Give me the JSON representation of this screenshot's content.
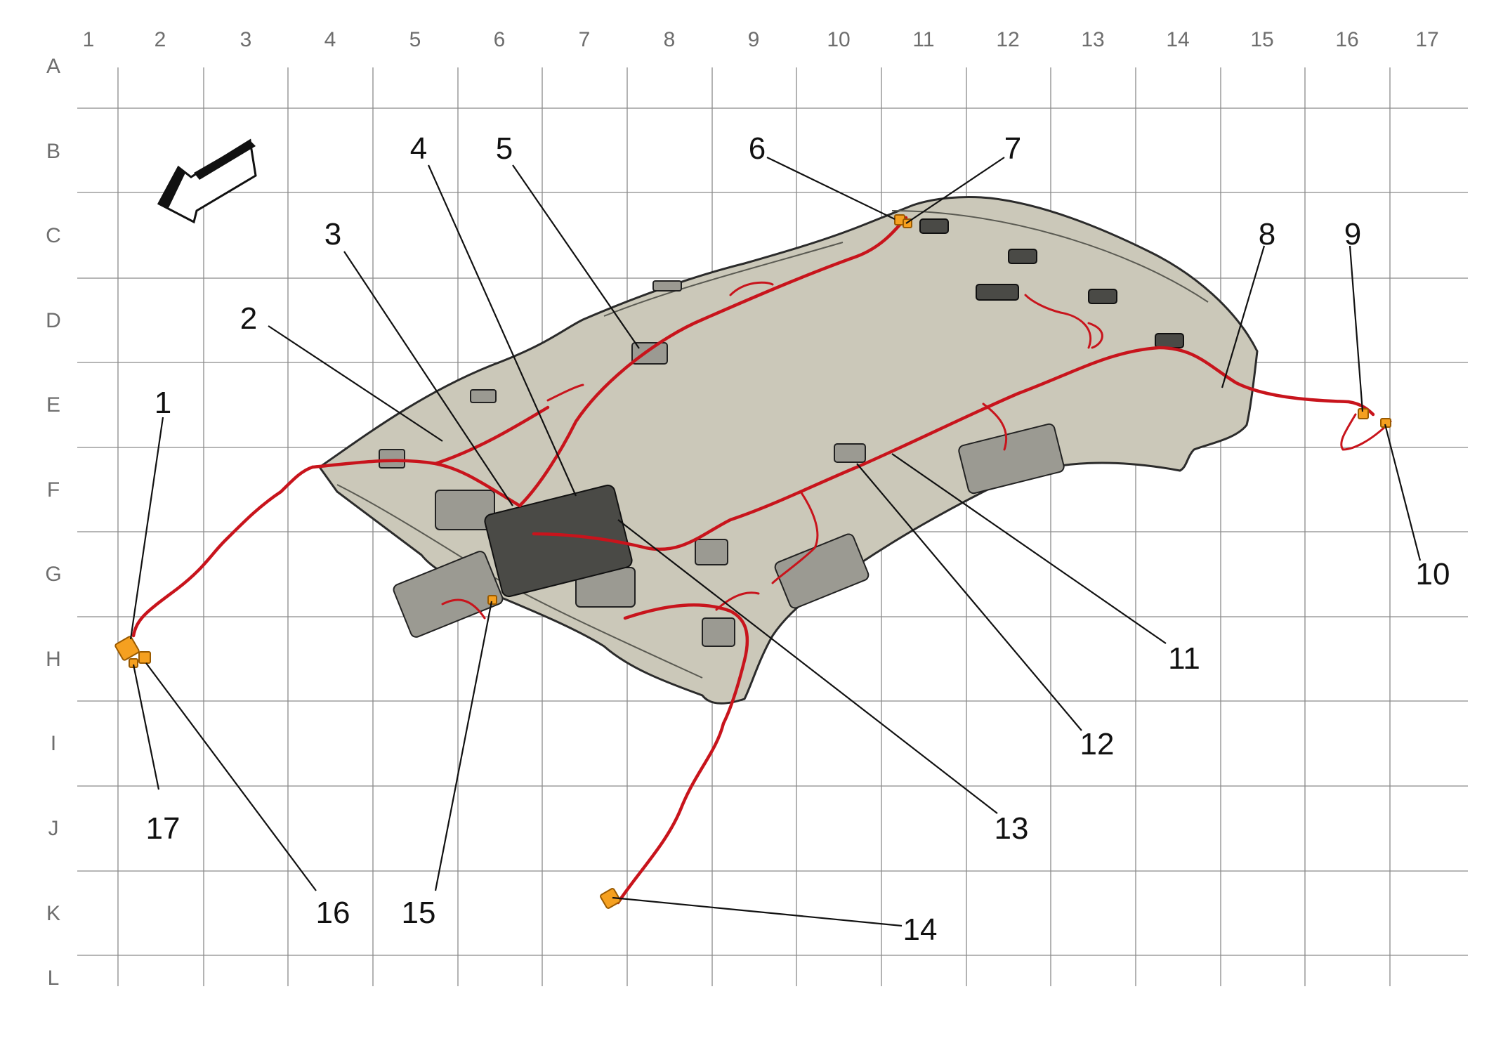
{
  "grid": {
    "columns": [
      "1",
      "2",
      "3",
      "4",
      "5",
      "6",
      "7",
      "8",
      "9",
      "10",
      "11",
      "12",
      "13",
      "14",
      "15",
      "16",
      "17"
    ],
    "rows": [
      "A",
      "B",
      "C",
      "D",
      "E",
      "F",
      "G",
      "H",
      "I",
      "J",
      "K",
      "L"
    ]
  },
  "callouts": [
    "1",
    "2",
    "3",
    "4",
    "5",
    "6",
    "7",
    "8",
    "9",
    "10",
    "11",
    "12",
    "13",
    "14",
    "15",
    "16",
    "17"
  ],
  "colors": {
    "harness": "#c8141c",
    "connector": "#f5a020",
    "headliner": "#cbc8b9",
    "grid": "#8a8a8a"
  },
  "icons": {
    "direction_arrow": "forward-direction-arrow-icon"
  }
}
